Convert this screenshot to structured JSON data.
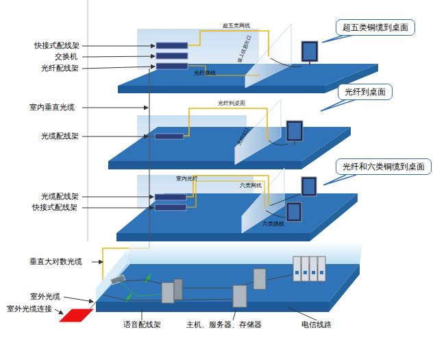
{
  "diagram": {
    "nodes": [
      {
        "text": [
          "超五类铜缆到桌面"
        ]
      },
      {
        "text": [
          "光纤到桌面"
        ]
      },
      {
        "text": [
          "光纤和六类铜缆到桌面"
        ]
      }
    ],
    "labels": [
      "快接式配线架",
      "交换机",
      "光纤配线架",
      "超五类网线",
      "光纤跳线",
      "墙上信息出口",
      "室内垂直光缆",
      "光缆配线架",
      "光纤到桌面",
      "光纤出口",
      "光缆配线架",
      "快接式配线架",
      "室内光纤",
      "六类网线",
      "六类跳线",
      "垂直大对数光缆",
      "室外光缆",
      "室外光缆连接",
      "语音配线架",
      "主机、服务器、存储器",
      "电信线路"
    ]
  }
}
